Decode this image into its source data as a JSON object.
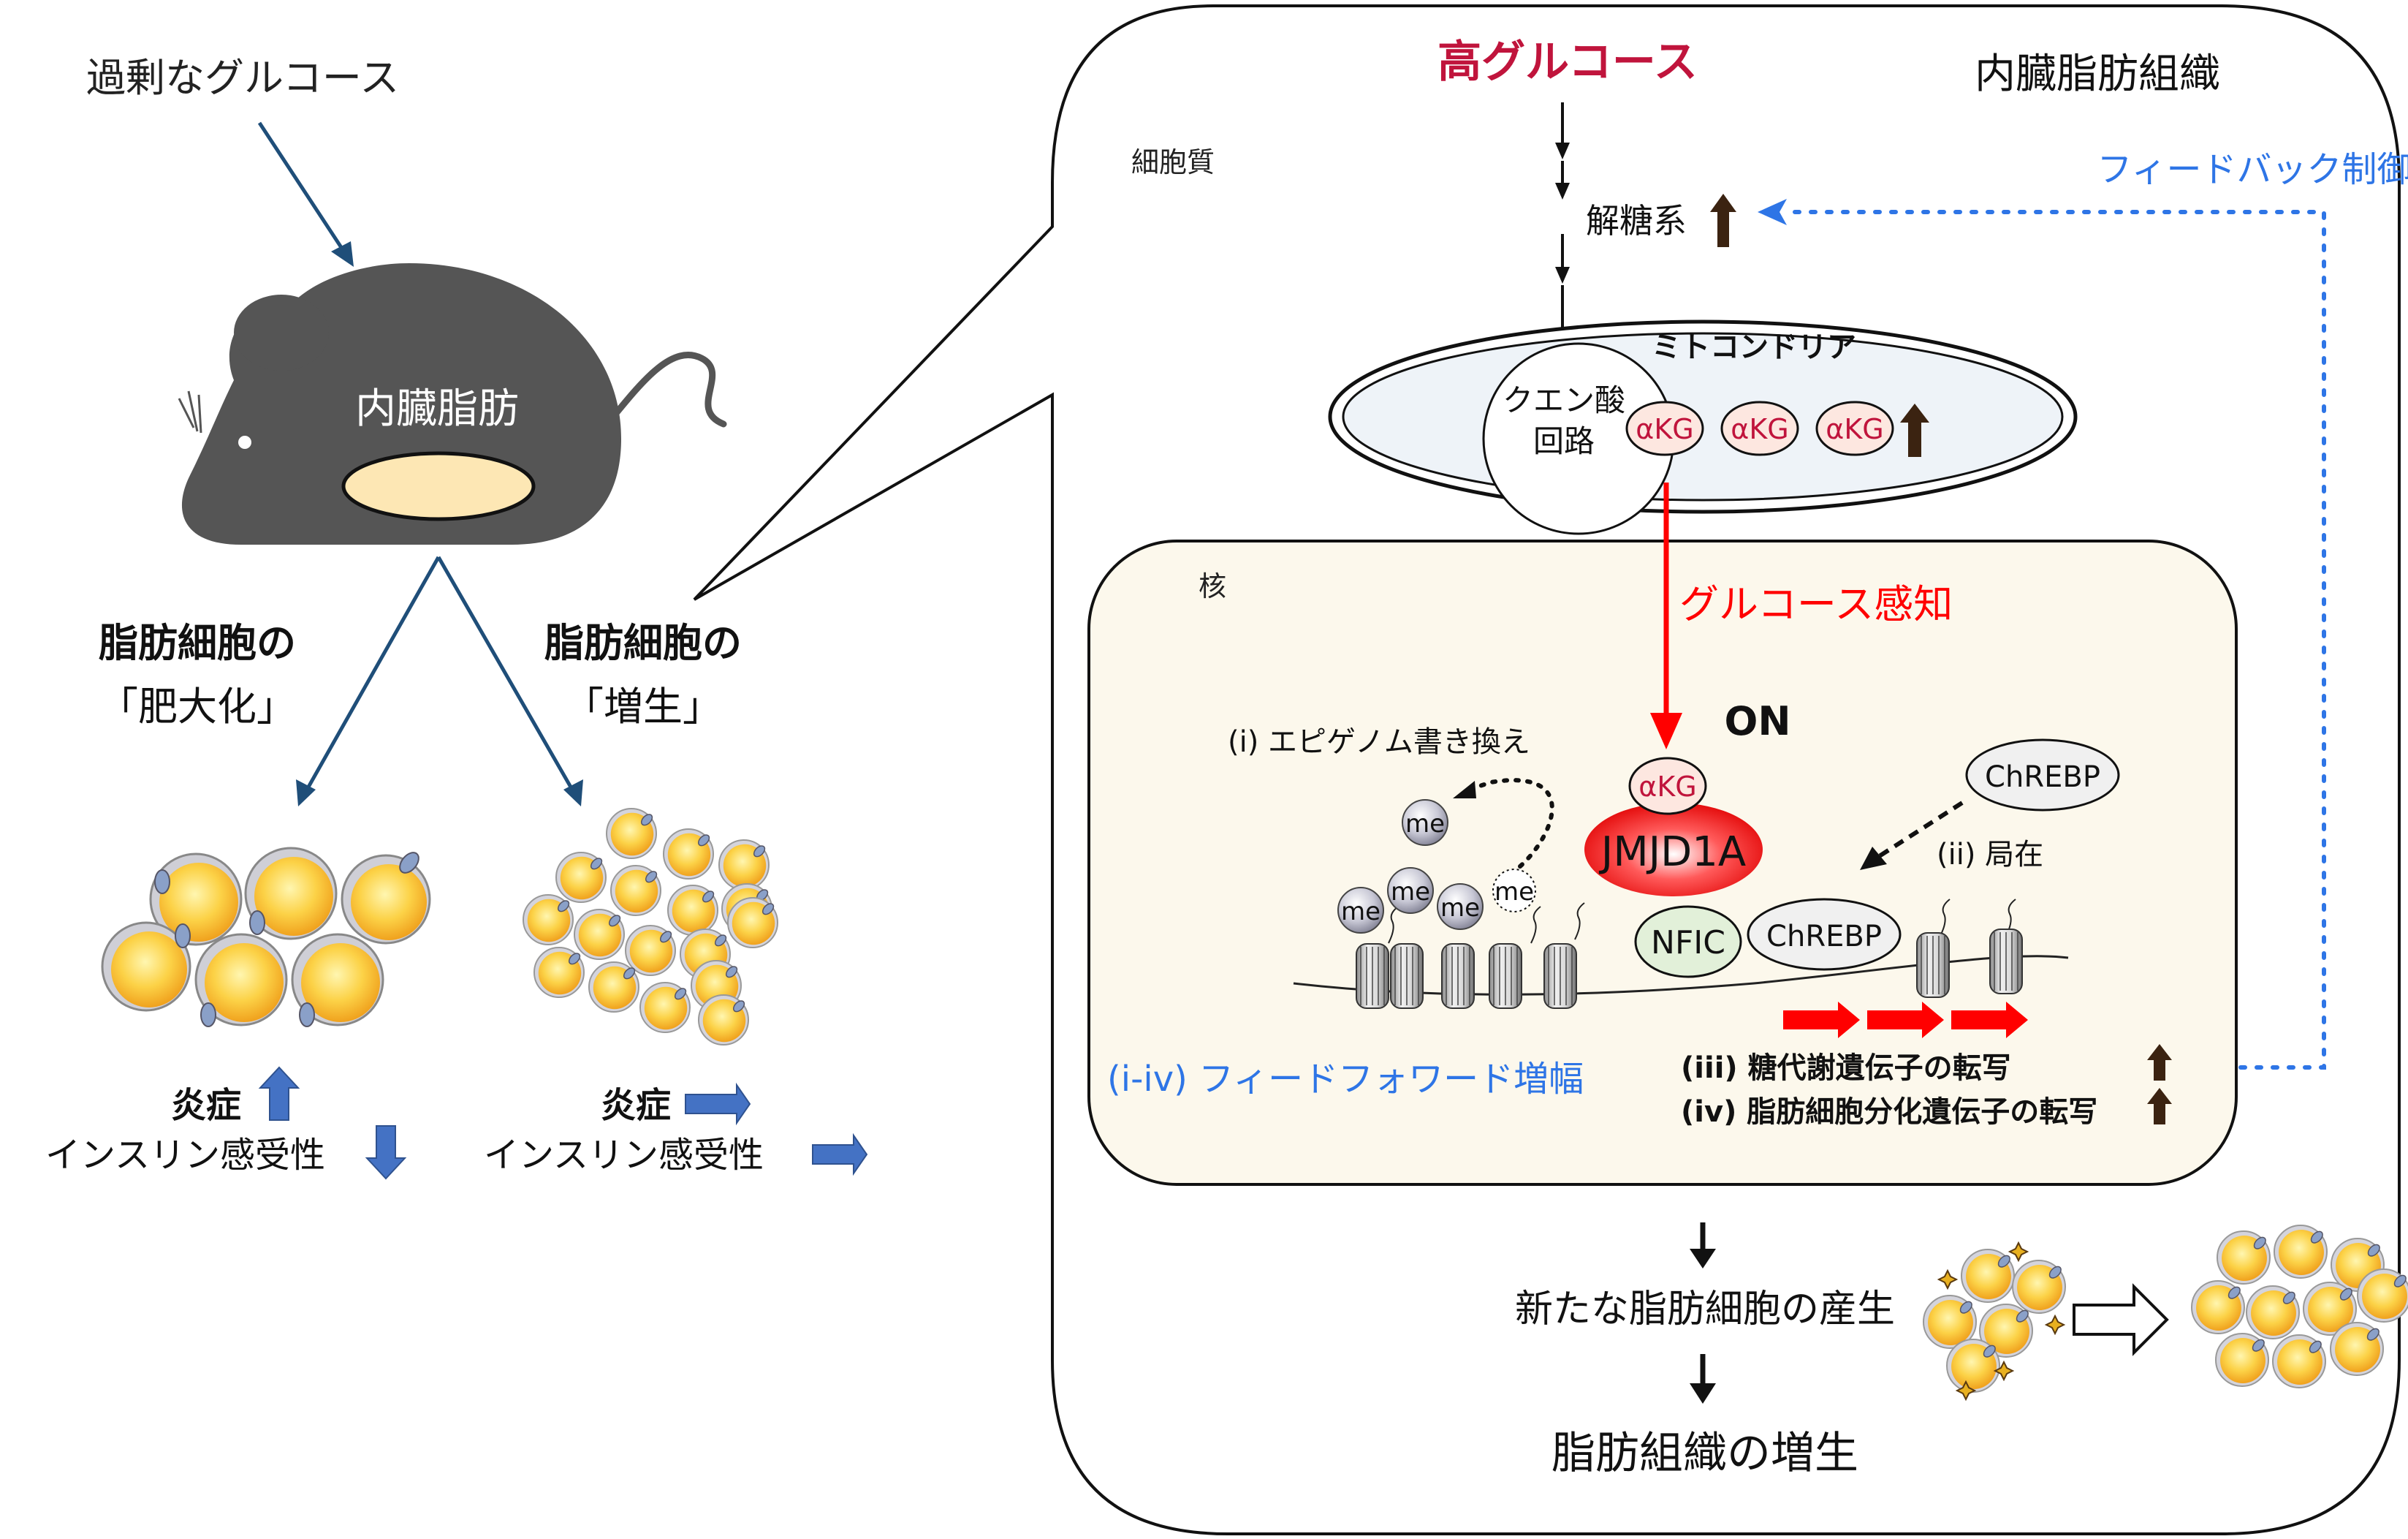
{
  "left_panel": {
    "excess_glucose": "過剰なグルコース",
    "visceral_fat_label": "内臓脂肪",
    "hypertrophy_title": "脂肪細胞の",
    "hypertrophy_term": "「肥大化」",
    "hyperplasia_title": "脂肪細胞の",
    "hyperplasia_term": "「増生」",
    "hypertrophy_inflammation": "炎症",
    "hypertrophy_insulin": "インスリン感受性",
    "hyperplasia_inflammation": "炎症",
    "hyperplasia_insulin": "インスリン感受性"
  },
  "right_panel": {
    "tissue_title": "内臓脂肪組織",
    "high_glucose": "高グルコース",
    "cytoplasm": "細胞質",
    "glycolysis": "解糖系",
    "feedback": "フィードバック制御",
    "mitochondria": "ミトコンドリア",
    "tca_line1": "クエン酸",
    "tca_line2": "回路",
    "akg": "αKG",
    "nucleus": "核",
    "glucose_sensing": "グルコース感知",
    "on": "ON",
    "epigenome": "(i) エピゲノム書き換え",
    "me": "me",
    "jmjd1a": "JMJD1A",
    "chrebp": "ChREBP",
    "localization": "(ii) 局在",
    "nfic": "NFIC",
    "feedforward": "(i-iv) フィードフォワード増幅",
    "transcription_iii": "(iii) 糖代謝遺伝子の転写",
    "transcription_iv": "(iv) 脂肪細胞分化遺伝子の転写",
    "new_adipocytes": "新たな脂肪細胞の産生",
    "tissue_hyperplasia": "脂肪組織の増生"
  },
  "colors": {
    "navy_arrow": "#1f4e79",
    "blue_arrow": "#4472c4",
    "feedback_blue": "#2e75e6",
    "red": "#ff0000",
    "crimson": "#c0143c",
    "mouse": "#555555",
    "nucleus_fill": "#fcf8ec",
    "adipocyte": "#f7b82a",
    "brown_arrow": "#3b2311"
  }
}
